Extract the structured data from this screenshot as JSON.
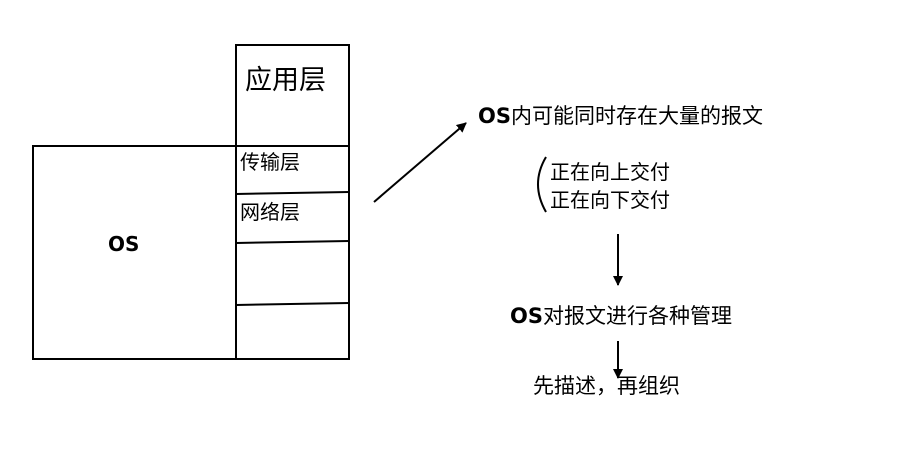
{
  "os_box": {
    "label": "OS"
  },
  "protocol_stack": {
    "application_layer": "应用层",
    "transport_layer": "传输层",
    "network_layer": "网络层"
  },
  "flow": {
    "step1": {
      "prefix": "OS",
      "text": "内可能同时存在大量的报文"
    },
    "step2": {
      "upward": "正在向上交付",
      "downward": "正在向下交付"
    },
    "step3": {
      "prefix": "OS",
      "text": "对报文进行各种管理"
    },
    "step4": {
      "text": "先描述，再组织"
    }
  }
}
